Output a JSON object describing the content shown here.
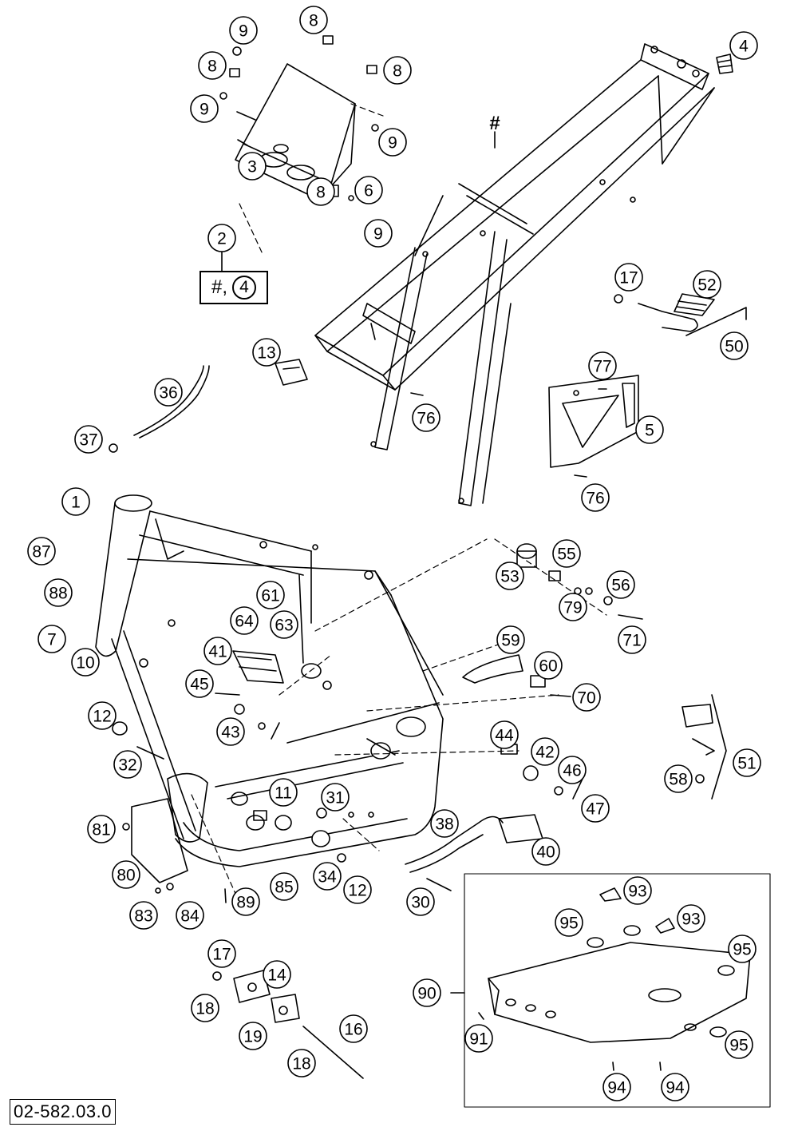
{
  "drawing_number": "02-582.03.0",
  "frame_label": "#",
  "reference_box": {
    "text": "#,",
    "circled": "4"
  },
  "callouts": [
    "1",
    "2",
    "3",
    "4",
    "5",
    "6",
    "7",
    "8",
    "9",
    "10",
    "11",
    "12",
    "13",
    "14",
    "16",
    "17",
    "18",
    "19",
    "30",
    "31",
    "32",
    "34",
    "36",
    "37",
    "38",
    "40",
    "41",
    "42",
    "43",
    "44",
    "45",
    "46",
    "47",
    "50",
    "51",
    "52",
    "53",
    "55",
    "56",
    "58",
    "59",
    "60",
    "61",
    "63",
    "64",
    "70",
    "71",
    "76",
    "77",
    "79",
    "80",
    "81",
    "83",
    "84",
    "85",
    "87",
    "88",
    "89",
    "90",
    "91",
    "93",
    "94",
    "95"
  ]
}
